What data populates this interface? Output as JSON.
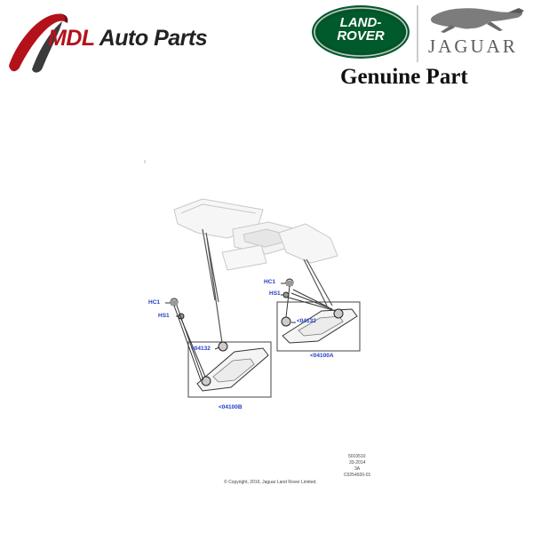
{
  "header": {
    "brand_lead": "MDL",
    "brand_rest": " Auto Parts",
    "land_rover_line1": "LAND-",
    "land_rover_line2": "ROVER",
    "jaguar_word": "JAGUAR",
    "tagline": "Genuine Part"
  },
  "diagram": {
    "callouts": {
      "hc1_left": "HC1",
      "hs1_left": "HS1",
      "part_04132_left": "<04132",
      "part_04100b": "<04100B",
      "hc1_right": "HC1",
      "hs1_right": "HS1",
      "part_04132_right": "<04132",
      "part_04100a": "<04100A"
    },
    "footer": {
      "ref_code": "5010510",
      "ref_date": "33-2014",
      "ref_rev": "3A",
      "ref_id": "C0254920-01",
      "copyright": "© Copyright, 2016, Jaguar Land Rover Limited."
    }
  },
  "colors": {
    "brand_red": "#b3121b",
    "land_rover_green": "#005a2b",
    "callout_blue": "#1f3cc8"
  }
}
